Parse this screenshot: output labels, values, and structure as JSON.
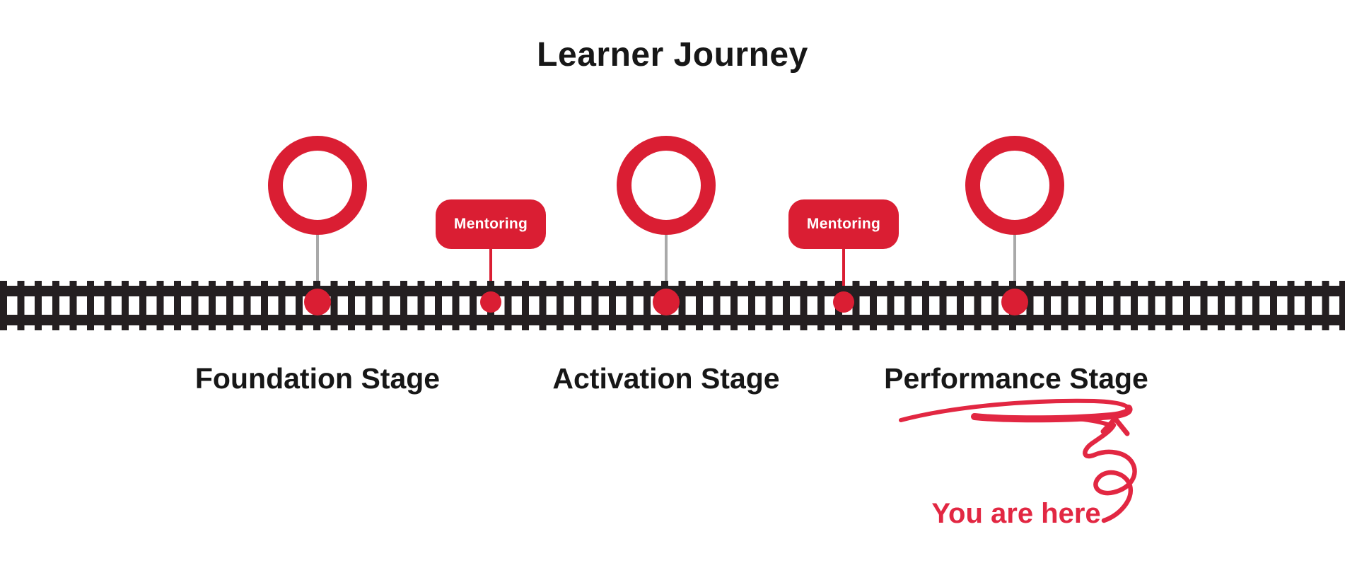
{
  "title": "Learner Journey",
  "colors": {
    "red": "#DA1E33",
    "doodle_red": "#E22742",
    "track": "#241F21",
    "stem_gray": "#A9A9A9",
    "text": "#171717",
    "badge_text": "#FFFFFF",
    "background": "#FFFFFF"
  },
  "stages": [
    {
      "label": "Foundation Stage"
    },
    {
      "label": "Activation Stage"
    },
    {
      "label": "Performance Stage",
      "highlighted": true
    }
  ],
  "mentoring_badges": [
    {
      "label": "Mentoring"
    },
    {
      "label": "Mentoring"
    }
  ],
  "annotation": {
    "label": "You are here"
  }
}
